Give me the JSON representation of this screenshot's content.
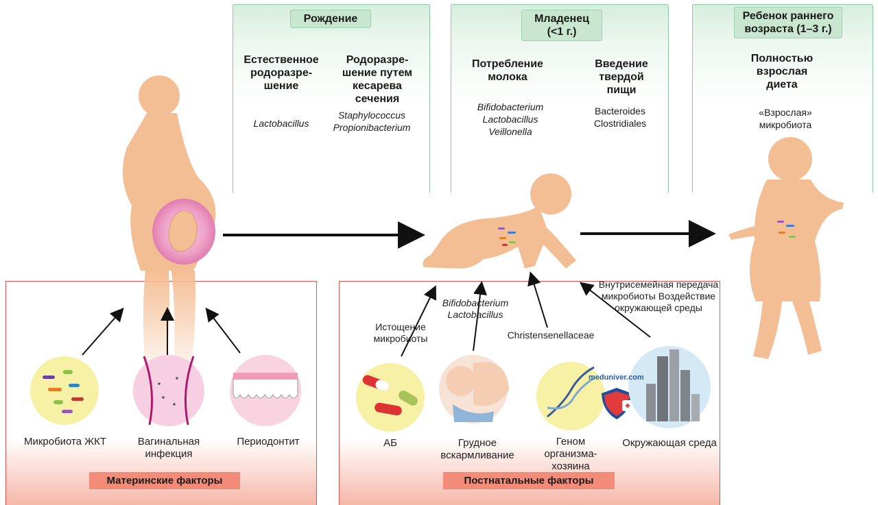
{
  "stages": [
    {
      "title": "Рождение",
      "items": [
        {
          "heading": "Естественное родоразре-шение",
          "bacteria": "Lactobacillus"
        },
        {
          "heading": "Родоразре-шение путем кесарева сечения",
          "bacteria": "Staphylococcus Propionibacterium"
        }
      ]
    },
    {
      "title": "Младенец (<1 г.)",
      "items": [
        {
          "heading": "Потребление молока",
          "bacteria": "Bifidobacterium Lactobacillus Veillonella"
        },
        {
          "heading": "Введение твердой пищи",
          "bacteria": "Bacteroides Clostridiales"
        }
      ]
    },
    {
      "title": "Ребенок раннего возраста (1–3 г.)",
      "items": [
        {
          "heading": "Полностью взрослая диета",
          "bacteria": "«Взрослая» микробиота"
        }
      ]
    }
  ],
  "maternal": {
    "tag": "Материнские факторы",
    "factors": [
      "Микробиота ЖКТ",
      "Вагинальная инфекция",
      "Периодонтит"
    ]
  },
  "postnatal": {
    "tag": "Постнатальные факторы",
    "factors": [
      "АБ",
      "Грудное вскармливание",
      "Геном организма-хозяина",
      "Окружающая среда"
    ],
    "annotations": {
      "ab": "Истощение микробиоты",
      "breastfeeding": "Bifidobacterium Lactobacillus",
      "genome": "Christensenellaceae",
      "environment": "Внутрисемейная передача микробиоты Воздействие окружающей среды"
    }
  },
  "watermark": "meduniver.com",
  "colors": {
    "stage_green": "#c8e6d0",
    "factor_red": "#f28b78",
    "skin": "#f4be94",
    "arrow": "#111111"
  }
}
